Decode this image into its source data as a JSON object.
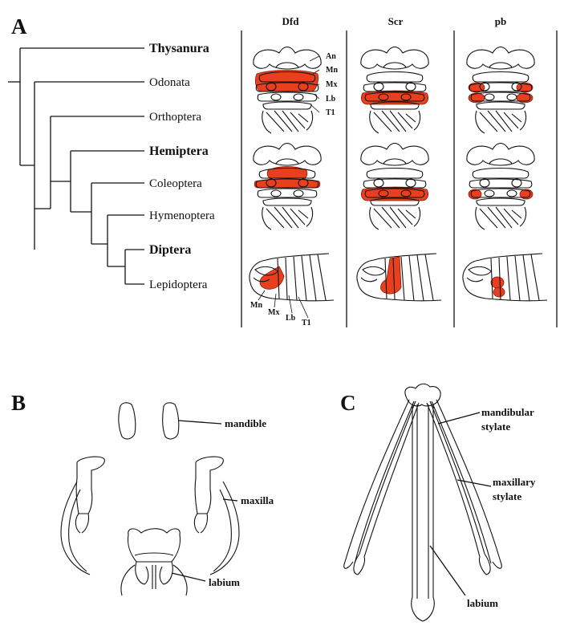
{
  "panels": [
    "A",
    "B",
    "C"
  ],
  "panel_a": {
    "taxa": [
      {
        "name": "Thysanura",
        "bold": true
      },
      {
        "name": "Odonata",
        "bold": false
      },
      {
        "name": "Orthoptera",
        "bold": false
      },
      {
        "name": "Hemiptera",
        "bold": true
      },
      {
        "name": "Coleoptera",
        "bold": false
      },
      {
        "name": "Hymenoptera",
        "bold": false
      },
      {
        "name": "Diptera",
        "bold": true
      },
      {
        "name": "Lepidoptera",
        "bold": false
      }
    ],
    "columns": [
      "Dfd",
      "Scr",
      "pb"
    ],
    "head_segments": [
      "An",
      "Mn",
      "Mx",
      "Lb",
      "T1"
    ],
    "larva_segments": [
      "Mn",
      "Mx",
      "Lb",
      "T1"
    ],
    "highlight_color": "#e8401f"
  },
  "panel_b": {
    "labels": [
      "mandible",
      "maxilla",
      "labium"
    ]
  },
  "panel_c": {
    "labels": [
      "mandibular",
      "stylate",
      "maxillary",
      "stylate",
      "labium"
    ]
  }
}
